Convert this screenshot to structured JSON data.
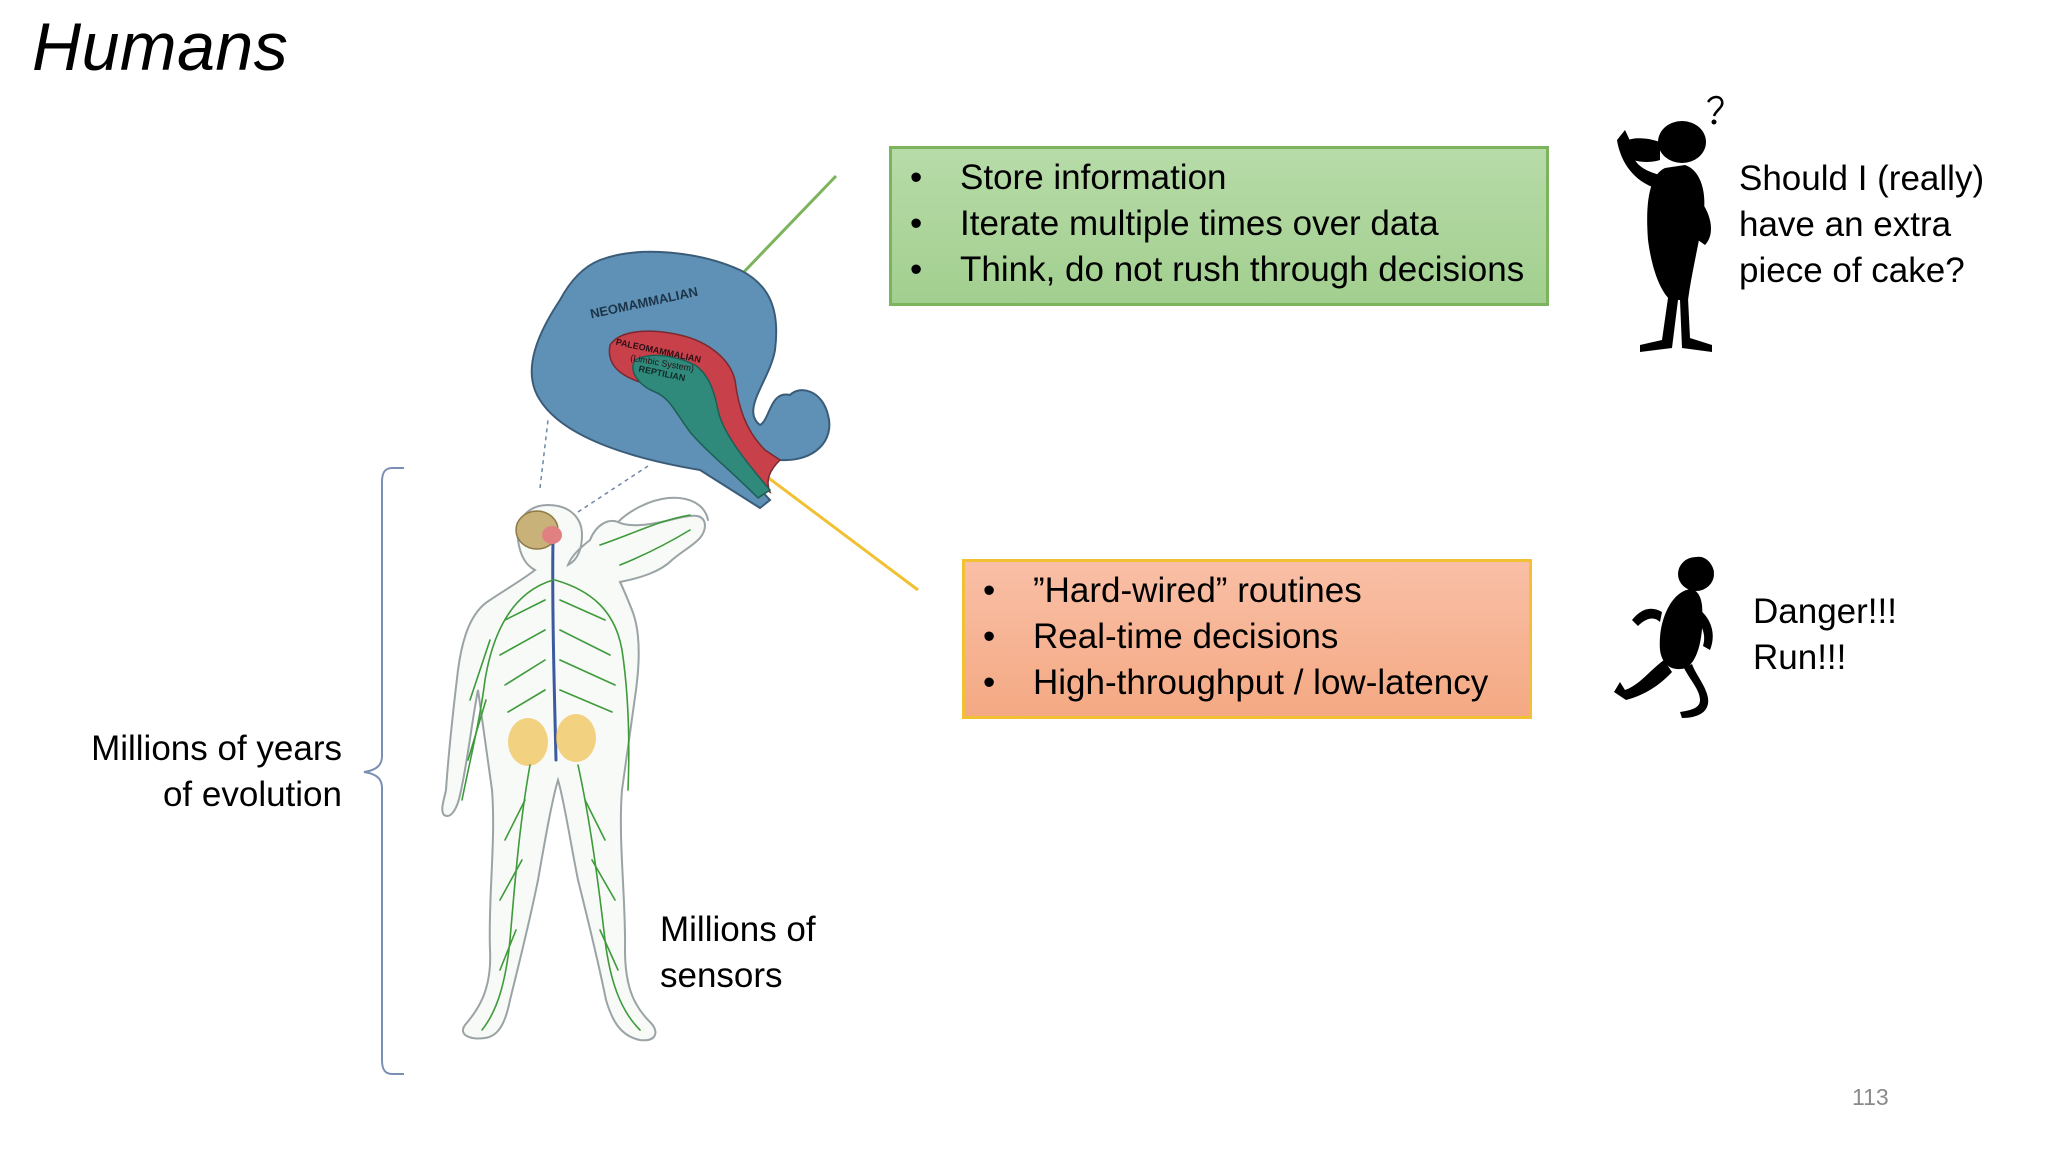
{
  "slide": {
    "title": "Humans",
    "green_box": {
      "items": [
        "Store information",
        "Iterate multiple times over data",
        "Think, do not rush through decisions"
      ]
    },
    "orange_box": {
      "items": [
        "”Hard-wired” routines",
        "Real-time decisions",
        "High-throughput / low-latency"
      ]
    },
    "thinking_caption": [
      "Should I (really)",
      "have an extra",
      "piece of cake?"
    ],
    "danger_caption": [
      "Danger!!!",
      "Run!!!"
    ],
    "evolution_label": [
      "Millions of years",
      "of evolution"
    ],
    "sensors_label": [
      "Millions of",
      "sensors"
    ],
    "brain_labels": {
      "neo": "NEOMAMMALIAN",
      "paleo": "PALEOMAMMALIAN",
      "limbic": "(Limbic System)",
      "reptilian": "REPTILIAN"
    },
    "page_number": "113"
  },
  "colors": {
    "green_fill": "#a8d395",
    "green_border": "#7cb45e",
    "orange_fill": "#f6b190",
    "orange_border": "#f2c033",
    "brain_outer": "#5f91b6",
    "brain_middle": "#c7404a",
    "brain_inner": "#2f8a7c",
    "nerves": "#3e9a3a"
  }
}
